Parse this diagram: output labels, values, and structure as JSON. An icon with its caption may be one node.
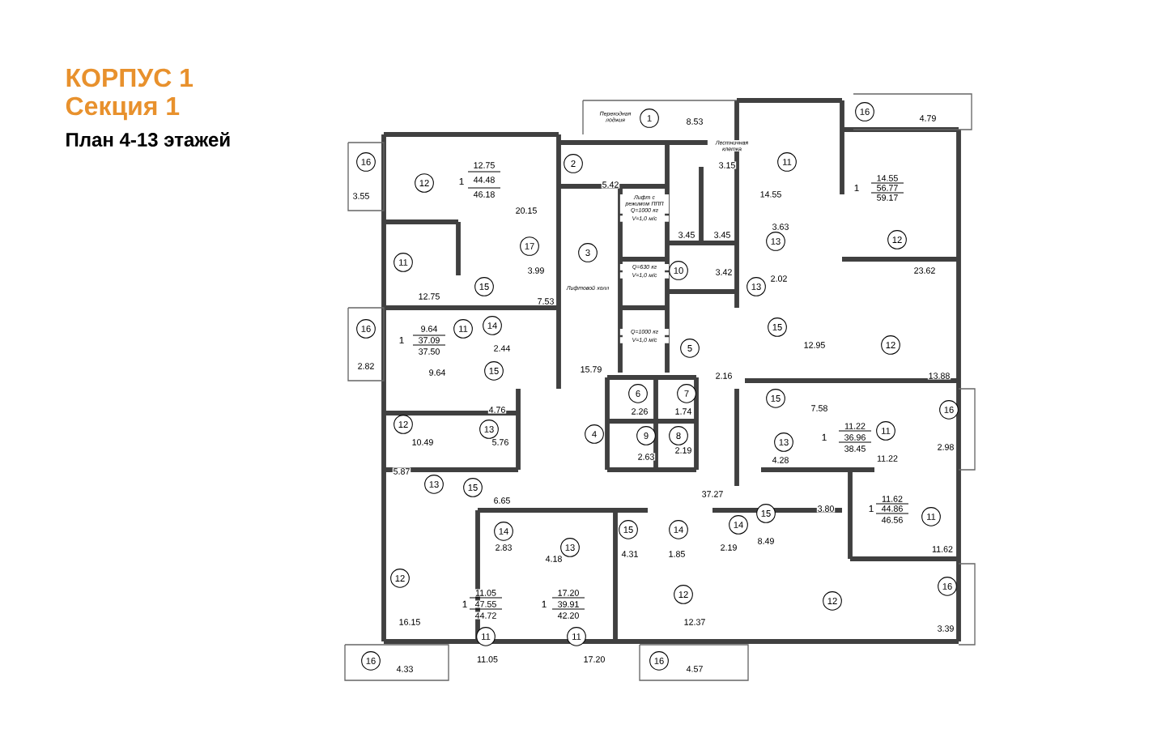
{
  "diagram": {
    "title": "КОРПУС 1",
    "nodes": [
      {
        "text": [
          "1"
        ]
      },
      {
        "text": [
          "16"
        ]
      },
      {
        "text": [
          "16"
        ]
      },
      {
        "text": [
          "11"
        ]
      },
      {
        "text": [
          "2"
        ]
      },
      {
        "text": [
          "12"
        ]
      },
      {
        "text": [
          "13"
        ]
      },
      {
        "text": [
          "12"
        ]
      },
      {
        "text": [
          "17"
        ]
      },
      {
        "text": [
          "3"
        ]
      },
      {
        "text": [
          "11"
        ]
      },
      {
        "text": [
          "10"
        ]
      },
      {
        "text": [
          "15"
        ]
      },
      {
        "text": [
          "13"
        ]
      },
      {
        "text": [
          "14"
        ]
      },
      {
        "text": [
          "16"
        ]
      },
      {
        "text": [
          "11"
        ]
      },
      {
        "text": [
          "15"
        ]
      },
      {
        "text": [
          "12"
        ]
      },
      {
        "text": [
          "5"
        ]
      },
      {
        "text": [
          "15"
        ]
      },
      {
        "text": [
          "6"
        ]
      },
      {
        "text": [
          "7"
        ]
      },
      {
        "text": [
          "15"
        ]
      },
      {
        "text": [
          "16"
        ]
      },
      {
        "text": [
          "12"
        ]
      },
      {
        "text": [
          "13"
        ]
      },
      {
        "text": [
          "11"
        ]
      },
      {
        "text": [
          "4"
        ]
      },
      {
        "text": [
          "9"
        ]
      },
      {
        "text": [
          "8"
        ]
      },
      {
        "text": [
          "13"
        ]
      },
      {
        "text": [
          "13"
        ]
      },
      {
        "text": [
          "15"
        ]
      },
      {
        "text": [
          "15"
        ]
      },
      {
        "text": [
          "11"
        ]
      },
      {
        "text": [
          "14"
        ]
      },
      {
        "text": [
          "15"
        ]
      },
      {
        "text": [
          "14"
        ]
      },
      {
        "text": [
          "14"
        ]
      },
      {
        "text": [
          "13"
        ]
      },
      {
        "text": [
          "12"
        ]
      },
      {
        "text": [
          "16"
        ]
      },
      {
        "text": [
          "12"
        ]
      },
      {
        "text": [
          "12"
        ]
      },
      {
        "text": [
          "11"
        ]
      },
      {
        "text": [
          "11"
        ]
      },
      {
        "text": [
          "16"
        ]
      },
      {
        "text": [
          "16"
        ]
      }
    ],
    "labels": [
      "Секция 1",
      "План 4-13 этажей",
      "Переходная лоджия",
      "8.53",
      "4.79",
      "Лестничная клетка",
      "12.75",
      "1",
      "44.48",
      "3.55",
      "46.18",
      "3.15",
      "14.55",
      "1",
      "56.77",
      "59.17",
      "5.42",
      "14.55",
      "Лифт с режимом ППП",
      "Q=1000 кг",
      "V=1,0 м/с",
      "Q=630 кг",
      "V=1,0 м/с",
      "Q=1000 кг",
      "V=1,0 м/с",
      "20.15",
      "3.63",
      "3.45",
      "3.45",
      "Лифтовой холл",
      "3.99",
      "3.42",
      "23.62",
      "2.02",
      "7.53",
      "12.75",
      "9.64",
      "1",
      "37.09",
      "37.50",
      "12.95",
      "2.44",
      "15.79",
      "2.82",
      "9.64",
      "2.16",
      "13.88",
      "4.76",
      "7.58",
      "2.26",
      "1.74",
      "11.22",
      "1",
      "36.96",
      "38.45",
      "10.49",
      "5.76",
      "2.98",
      "2.19",
      "2.63",
      "4.28",
      "11.22",
      "5.87",
      "6.65",
      "37.27",
      "11.62",
      "3.80",
      "1",
      "44.86",
      "46.56",
      "8.49",
      "2.83",
      "2.19",
      "11.62",
      "4.31",
      "1.85",
      "4.18",
      "11.05",
      "17.20",
      "1",
      "47.55",
      "1",
      "39.91",
      "44.72",
      "42.20",
      "16.15",
      "12.37",
      "3.39",
      "11.05",
      "17.20",
      "4.33",
      "4.57"
    ]
  }
}
